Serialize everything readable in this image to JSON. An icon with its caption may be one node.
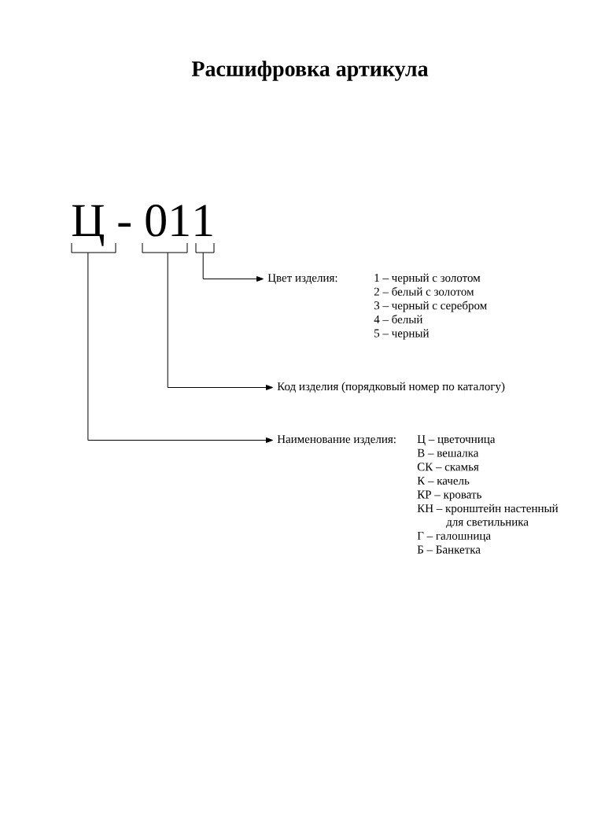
{
  "diagram": {
    "title": "Расшифровка артикула",
    "nodes": [
      {
        "text": [
          "Ц"
        ]
      },
      {
        "text": [
          "01"
        ]
      },
      {
        "text": [
          "1"
        ]
      },
      {
        "text": [
          "Цвет изделия:"
        ],
        "beside": [
          "1 – черный с золотом",
          "2 – белый с золотом",
          "3 – черный с серебром",
          "4 – белый",
          "5 – черный"
        ]
      },
      {
        "text": [
          "Код изделия (порядковый номер по каталогу)"
        ]
      },
      {
        "text": [
          "Наименование изделия:"
        ],
        "beside": [
          "Ц – цветочница",
          "В – вешалка",
          "СК – скамья",
          "К – качель",
          "КР – кровать",
          "КН – кронштейн настенный для светильника",
          "Г – галошница",
          "Б – Банкетка"
        ]
      }
    ],
    "edges": [
      {
        "from": 2,
        "to": 3,
        "arrow": "to"
      },
      {
        "from": 1,
        "to": 4,
        "arrow": "to"
      },
      {
        "from": 0,
        "to": 5,
        "arrow": "to"
      }
    ],
    "labels": [
      "-"
    ]
  }
}
